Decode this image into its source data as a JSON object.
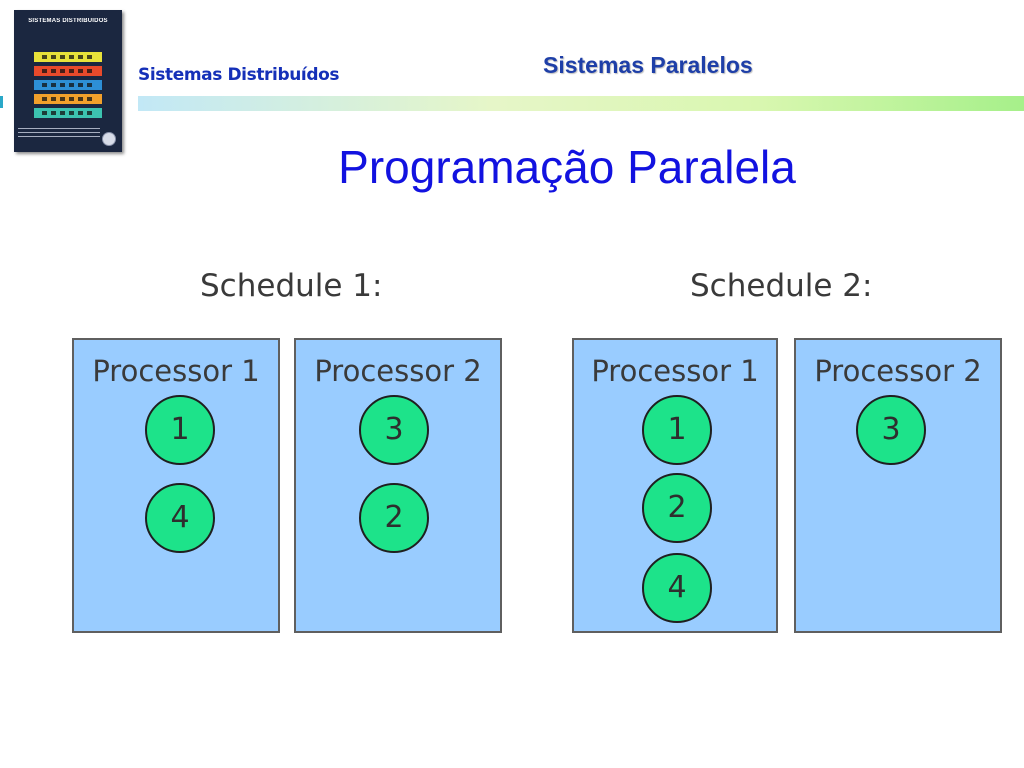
{
  "header": {
    "left_title": "Sistemas Distribuídos",
    "right_title": "Sistemas Paralelos",
    "book_cover_title": "SISTEMAS DISTRIBUÍDOS"
  },
  "slide": {
    "title": "Programação Paralela"
  },
  "schedules": [
    {
      "label": "Schedule 1:",
      "processors": [
        {
          "label": "Processor 1",
          "tasks": [
            "1",
            "4"
          ]
        },
        {
          "label": "Processor 2",
          "tasks": [
            "3",
            "2"
          ]
        }
      ]
    },
    {
      "label": "Schedule 2:",
      "processors": [
        {
          "label": "Processor 1",
          "tasks": [
            "1",
            "2",
            "4"
          ]
        },
        {
          "label": "Processor 2",
          "tasks": [
            "3"
          ]
        }
      ]
    }
  ],
  "colors": {
    "header_text": "#1530b8",
    "title_text": "#1212e0",
    "processor_fill": "#99ccff",
    "task_fill": "#1de38a"
  }
}
